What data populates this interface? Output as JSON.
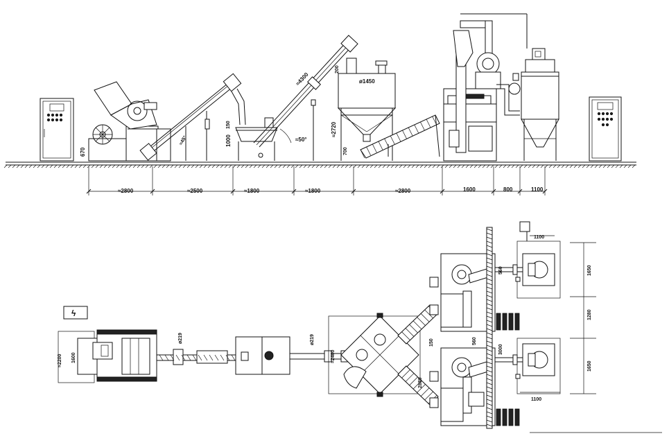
{
  "elevation": {
    "dims_bottom": [
      "≈2800",
      "≈2500",
      "≈1800",
      "≈1800",
      "≈2800",
      "1600",
      "800",
      "1100"
    ],
    "labels": {
      "h670": "670",
      "h1000": "1000",
      "h150": "150",
      "len4300": "≈4300",
      "ang50": "≈50°",
      "ang45": "≈45°",
      "h2720": "≈2720",
      "d1450": "ø1450",
      "h700": "700",
      "h200": "200"
    }
  },
  "plan": {
    "power_symbol": "ϟ",
    "labels": {
      "w2200": "≈2200",
      "w1600": "1600",
      "d219a": "ø219",
      "d219b": "ø219",
      "len2400": "≈2400",
      "d150": "150",
      "d2880": "2880",
      "d560": "560",
      "d3000": "3000",
      "d560b": "560",
      "t1100": "1100",
      "b1100": "1100",
      "r1650a": "1650",
      "r1280": "1280",
      "r1650b": "1650"
    }
  }
}
